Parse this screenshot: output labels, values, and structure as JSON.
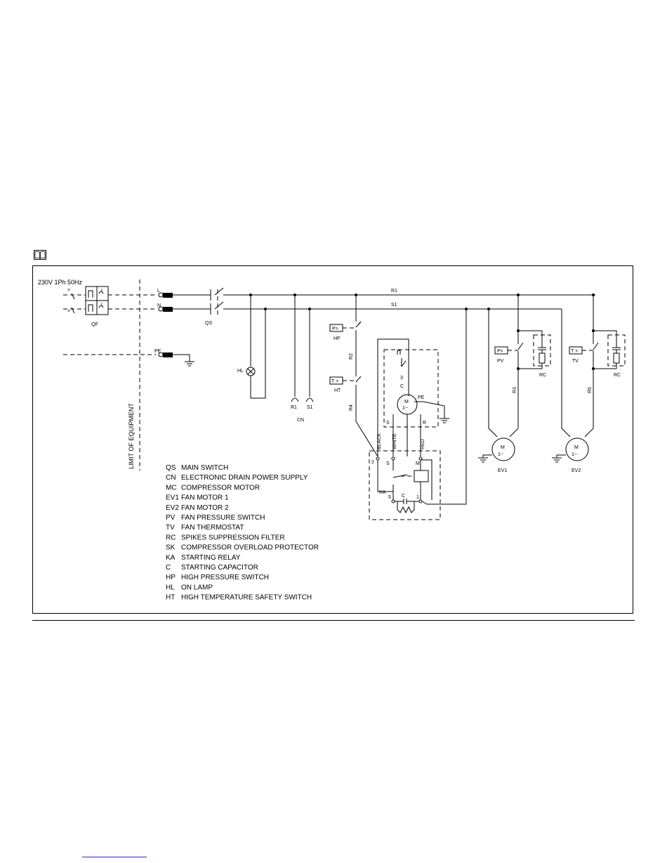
{
  "supply": "230V 1Ph 50Hz",
  "limit_label": "LIMIT OF EQUIPMENT",
  "terminals": {
    "l": "L",
    "n": "N",
    "pe": "PE"
  },
  "components": {
    "qf": "QF",
    "qs": "QS",
    "hl": "HL",
    "cn": "CN",
    "r1": "R1",
    "s1": "S1",
    "hp": "HP",
    "ht": "HT",
    "pv": "PV",
    "tv": "TV",
    "rc": "RC",
    "ev1": "EV1",
    "ev2": "EV2",
    "ka": "KA",
    "c": "C",
    "m": "M"
  },
  "symbols": {
    "pressure": "P>",
    "temperature": "T >",
    "one_phase": "1~"
  },
  "wires": {
    "r1": "R1",
    "s1": "S1",
    "r2": "R2",
    "r3": "R3",
    "r4": "R4",
    "r5": "R5",
    "black": "BLACK",
    "white": "WHITE",
    "red": "RED"
  },
  "pins": {
    "s": "S",
    "c": "C",
    "r": "R",
    "m": "M",
    "n2": "2",
    "n1": "1",
    "n3": "3",
    "n5": "5"
  },
  "legend": [
    {
      "code": "QS",
      "desc": "MAIN SWITCH"
    },
    {
      "code": "CN",
      "desc": "ELECTRONIC DRAIN POWER SUPPLY"
    },
    {
      "code": "MC",
      "desc": "COMPRESSOR MOTOR"
    },
    {
      "code": "EV1",
      "desc": "FAN MOTOR 1"
    },
    {
      "code": "EV2",
      "desc": "FAN MOTOR 2"
    },
    {
      "code": "PV",
      "desc": "FAN PRESSURE SWITCH"
    },
    {
      "code": "TV",
      "desc": "FAN THERMOSTAT"
    },
    {
      "code": "RC",
      "desc": "SPIKES SUPPRESSION FILTER"
    },
    {
      "code": "SK",
      "desc": "COMPRESSOR OVERLOAD PROTECTOR"
    },
    {
      "code": "KA",
      "desc": "STARTING RELAY"
    },
    {
      "code": "C",
      "desc": "STARTING CAPACITOR"
    },
    {
      "code": "HP",
      "desc": "HIGH PRESSURE SWITCH"
    },
    {
      "code": "HL",
      "desc": "ON LAMP"
    },
    {
      "code": "HT",
      "desc": "HIGH TEMPERATURE SAFETY SWITCH"
    }
  ]
}
